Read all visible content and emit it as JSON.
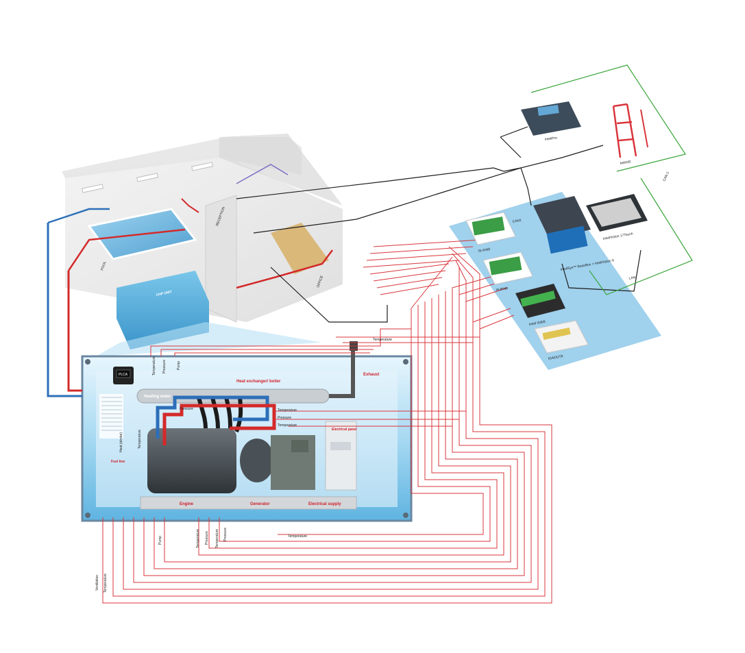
{
  "building": {
    "pool_label": "POOL",
    "reception_label": "RECEPTION",
    "office_label": "OFFICE",
    "chp_unit_label": "CHP UNIT"
  },
  "container": {
    "heat_exchanger_label": "Heat exchanger/ boiler",
    "heating_water_label": "Heating water",
    "exhaust_label": "Exhaust",
    "electrical_panel_label": "Electrical panel",
    "engine_label": "Engine",
    "generator_label": "Generator",
    "electrical_supply_label": "Electrical supply",
    "fuel_line_label": "Fuel line",
    "heat_stroke_label": "Heat (stroke)",
    "panel_display_text": "PLCA",
    "labels": {
      "temperature": "Temperature",
      "pressure": "Pressure",
      "pump": "Pump",
      "ventilation": "Ventilation"
    }
  },
  "controllers": {
    "intelipro": "InteliPro",
    "mains": "MAINS",
    "can1": "CAN1",
    "can2": "CAN 2",
    "lan": "LAN",
    "is_ains": "IS-AIN8",
    "is_bin": "IS-BIN8",
    "inteliio": "Inteli IO8/8",
    "igaoub": "IGAOUT8",
    "intelisys": "InteliSys™ BaseBox + InteliVision 8",
    "intelivision": "InteliVision 17Touch"
  },
  "colors": {
    "red_wire": "#d9353b",
    "green_wire": "#3aa53a",
    "dark_wire": "#1d1d1d",
    "blue_panel": "#8fc9ea",
    "pipe_blue": "#2d6fb8",
    "pipe_red": "#d32a2a",
    "container_blue": "#cfe9f7"
  }
}
